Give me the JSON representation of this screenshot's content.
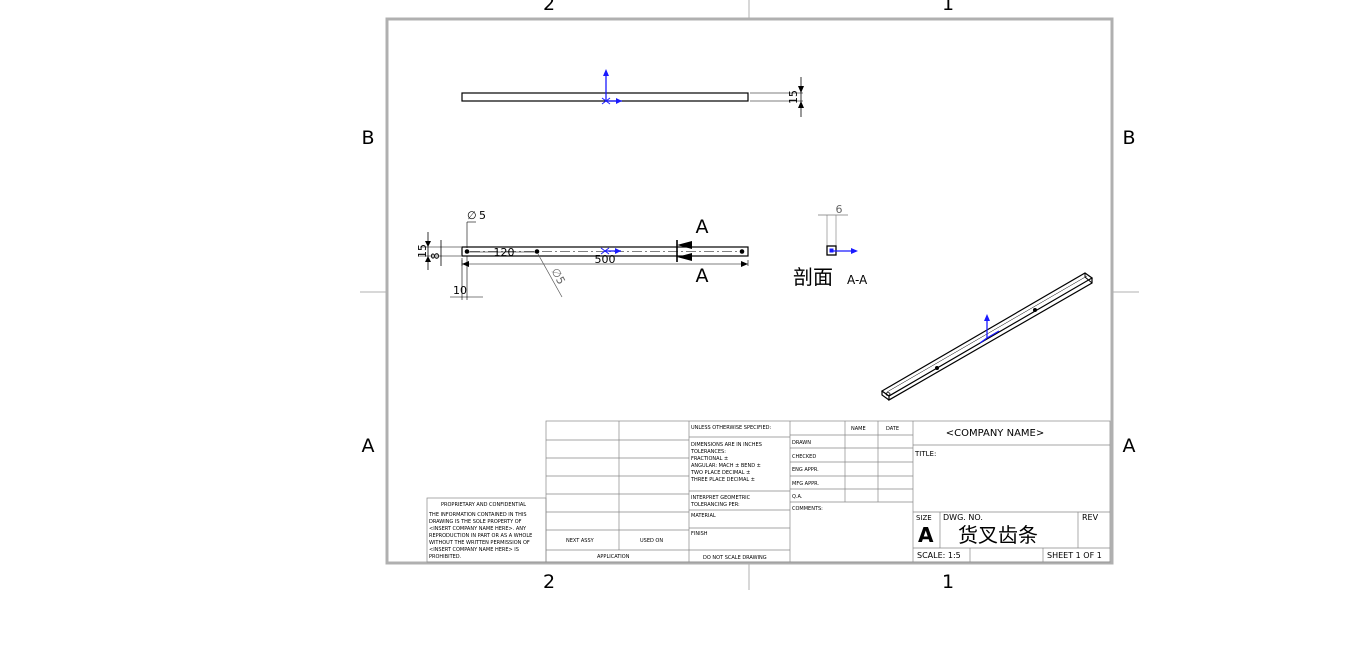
{
  "zones": {
    "col_left": "2",
    "col_right": "1",
    "row_top": "B",
    "row_bottom": "A"
  },
  "views": {
    "top_view": {
      "height_dim": "15"
    },
    "front_view": {
      "hole_dia_top": "5",
      "hole_dia_bottom": "5",
      "height_dim": "15",
      "inner_dim": "8",
      "hole_pos": "120",
      "length": "500",
      "edge_offset": "10",
      "section_letter_top": "A",
      "section_letter_bottom": "A"
    },
    "section_view": {
      "width_dim": "6",
      "label": "剖面",
      "label_suffix": "A-A"
    }
  },
  "title_block": {
    "unless_specified": "UNLESS OTHERWISE SPECIFIED:",
    "tolerance_lines": [
      "DIMENSIONS ARE IN INCHES",
      "TOLERANCES:",
      "FRACTIONAL ±",
      "ANGULAR: MACH ±   BEND ±",
      "TWO PLACE DECIMAL   ±",
      "THREE PLACE DECIMAL  ±"
    ],
    "interpret": [
      "INTERPRET GEOMETRIC",
      "TOLERANCING PER:"
    ],
    "material": "MATERIAL",
    "finish": "FINISH",
    "do_not_scale": "DO NOT SCALE DRAWING",
    "next_assy": "NEXT ASSY",
    "used_on": "USED ON",
    "application": "APPLICATION",
    "col_name": "NAME",
    "col_date": "DATE",
    "rows": [
      "DRAWN",
      "CHECKED",
      "ENG APPR.",
      "MFG APPR.",
      "Q.A."
    ],
    "comments": "COMMENTS:",
    "company": "<COMPANY NAME>",
    "title_label": "TITLE:",
    "size_label": "SIZE",
    "size_value": "A",
    "dwg_label": "DWG.  NO.",
    "dwg_value": "货叉齿条",
    "rev_label": "REV",
    "scale": "SCALE: 1:5",
    "sheet": "SHEET 1 OF 1",
    "proprietary_title": "PROPRIETARY AND CONFIDENTIAL",
    "proprietary_lines": [
      "THE INFORMATION CONTAINED IN THIS",
      "DRAWING IS THE SOLE PROPERTY OF",
      "<INSERT COMPANY NAME HERE>.  ANY",
      "REPRODUCTION IN PART OR AS A WHOLE",
      "WITHOUT THE WRITTEN PERMISSION OF",
      "<INSERT COMPANY NAME HERE> IS",
      "PROHIBITED."
    ]
  }
}
